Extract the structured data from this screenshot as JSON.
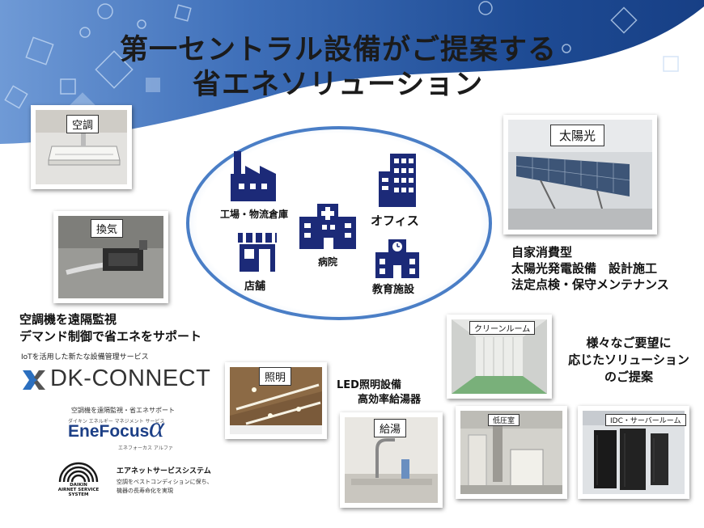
{
  "header": {
    "title_line1": "第一セントラル設備がご提案する",
    "title_line2": "省エネソリューション"
  },
  "cards": {
    "aircon": {
      "label": "空調"
    },
    "ventilation": {
      "label": "換気"
    },
    "solar": {
      "label": "太陽光"
    },
    "lighting": {
      "label": "照明"
    },
    "hotwater": {
      "label": "給湯"
    },
    "cleanroom": {
      "label": "クリーンルーム"
    },
    "lowvoltage": {
      "label": "低圧室"
    },
    "idc": {
      "label": "IDC・サーバールーム"
    }
  },
  "facilities": {
    "factory": "工場・物流倉庫",
    "office": "オフィス",
    "hospital": "病院",
    "store": "店舗",
    "education": "教育施設"
  },
  "solar_text": [
    "自家消費型",
    "太陽光発電設備　設計施工",
    "法定点検・保守メンテナンス"
  ],
  "monitoring_text": [
    "空調機を遠隔監視",
    "デマンド制御で省エネをサポート"
  ],
  "dkconnect": {
    "caption": "IoTを活用した新たな設備管理サービス",
    "name": "DK-CONNECT"
  },
  "enefocus": {
    "caption": "空調機を遠隔監視・省エネサポート",
    "kana_top": "ダイキン エネルギー マネジメント サービス",
    "name": "EneFocus",
    "alpha": "α",
    "kana_bottom": "エネフォーカス アルファ"
  },
  "airnet": {
    "logo_text": [
      "DAIKIN",
      "AIRNET SERVICE",
      "SYSTEM"
    ],
    "title": "エアネットサービスシステム",
    "desc": [
      "空調をベストコンディションに保ち、",
      "機器の長寿命化を実現"
    ]
  },
  "lighting_text": [
    "LED照明設備",
    "高効率給湯器"
  ],
  "solutions_text": [
    "様々なご要望に",
    "応じたソリューション",
    "のご提案"
  ],
  "colors": {
    "navy": "#1c2a78",
    "ellipse": "#4a7ec6",
    "header": "#1f4a8e"
  }
}
